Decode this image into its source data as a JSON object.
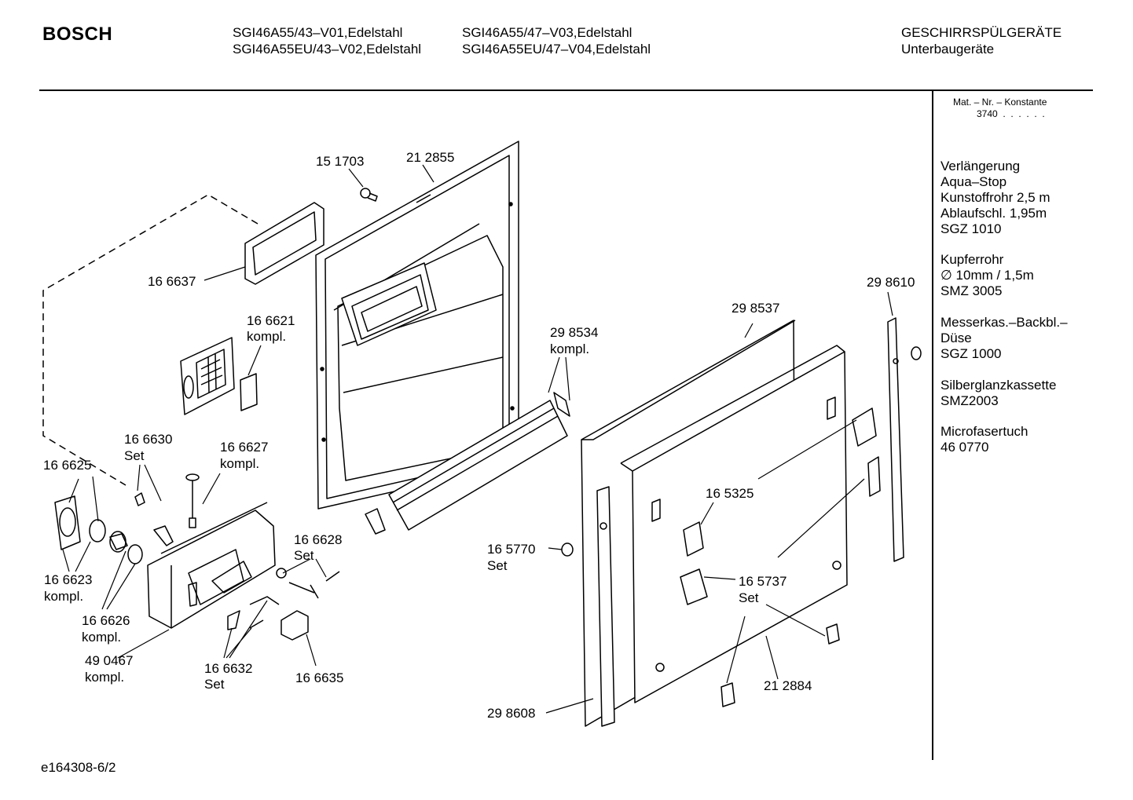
{
  "header": {
    "brand": "BOSCH",
    "models": [
      "SGI46A55/43–V01,Edelstahl",
      "SGI46A55EU/43–V02,Edelstahl",
      "SGI46A55/47–V03,Edelstahl",
      "SGI46A55EU/47–V04,Edelstahl"
    ],
    "category": "GESCHIRRSPÜLGERÄTE",
    "subcategory": "Unterbaugeräte"
  },
  "sidebar": {
    "mat_nr_label": "Mat. – Nr. – Konstante",
    "mat_nr_value": "3740  .  .  .  .  .  .",
    "accessories": [
      "Verlängerung\nAqua–Stop\nKunstoffrohr 2,5 m\nAblaufschl. 1,95m\nSGZ 1010",
      "Kupferrohr\n∅ 10mm / 1,5m\nSMZ 3005",
      "Messerkas.–Backbl.–\nDüse\nSGZ 1000",
      "Silberglanzkassette\nSMZ2003",
      "Microfasertuch\n46 0770"
    ]
  },
  "parts": [
    {
      "id": "p151703",
      "text": "15 1703"
    },
    {
      "id": "p212855",
      "text": "21 2855"
    },
    {
      "id": "p166637",
      "text": "16 6637"
    },
    {
      "id": "p166621",
      "text": "16 6621"
    },
    {
      "id": "p166621b",
      "text": "kompl."
    },
    {
      "id": "p166630",
      "text": "16 6630"
    },
    {
      "id": "p166630b",
      "text": "Set"
    },
    {
      "id": "p166627",
      "text": "16 6627"
    },
    {
      "id": "p166627b",
      "text": "kompl."
    },
    {
      "id": "p166625",
      "text": "16 6625"
    },
    {
      "id": "p166623",
      "text": "16 6623"
    },
    {
      "id": "p166623b",
      "text": "kompl."
    },
    {
      "id": "p166626",
      "text": "16 6626"
    },
    {
      "id": "p166626b",
      "text": "kompl."
    },
    {
      "id": "p490467",
      "text": "49 0467"
    },
    {
      "id": "p490467b",
      "text": "kompl."
    },
    {
      "id": "p166628",
      "text": "16 6628"
    },
    {
      "id": "p166628b",
      "text": "Set"
    },
    {
      "id": "p166632",
      "text": "16 6632"
    },
    {
      "id": "p166632b",
      "text": "Set"
    },
    {
      "id": "p166635",
      "text": "16 6635"
    },
    {
      "id": "p298534",
      "text": "29 8534"
    },
    {
      "id": "p298534b",
      "text": "kompl."
    },
    {
      "id": "p298537",
      "text": "29 8537"
    },
    {
      "id": "p298610",
      "text": "29 8610"
    },
    {
      "id": "p165325",
      "text": "16 5325"
    },
    {
      "id": "p165770",
      "text": "16 5770"
    },
    {
      "id": "p165770b",
      "text": "Set"
    },
    {
      "id": "p165737",
      "text": "16 5737"
    },
    {
      "id": "p165737b",
      "text": "Set"
    },
    {
      "id": "p212884",
      "text": "21 2884"
    },
    {
      "id": "p298608",
      "text": "29 8608"
    }
  ],
  "footer": {
    "doc_id": "e164308-6/2"
  }
}
